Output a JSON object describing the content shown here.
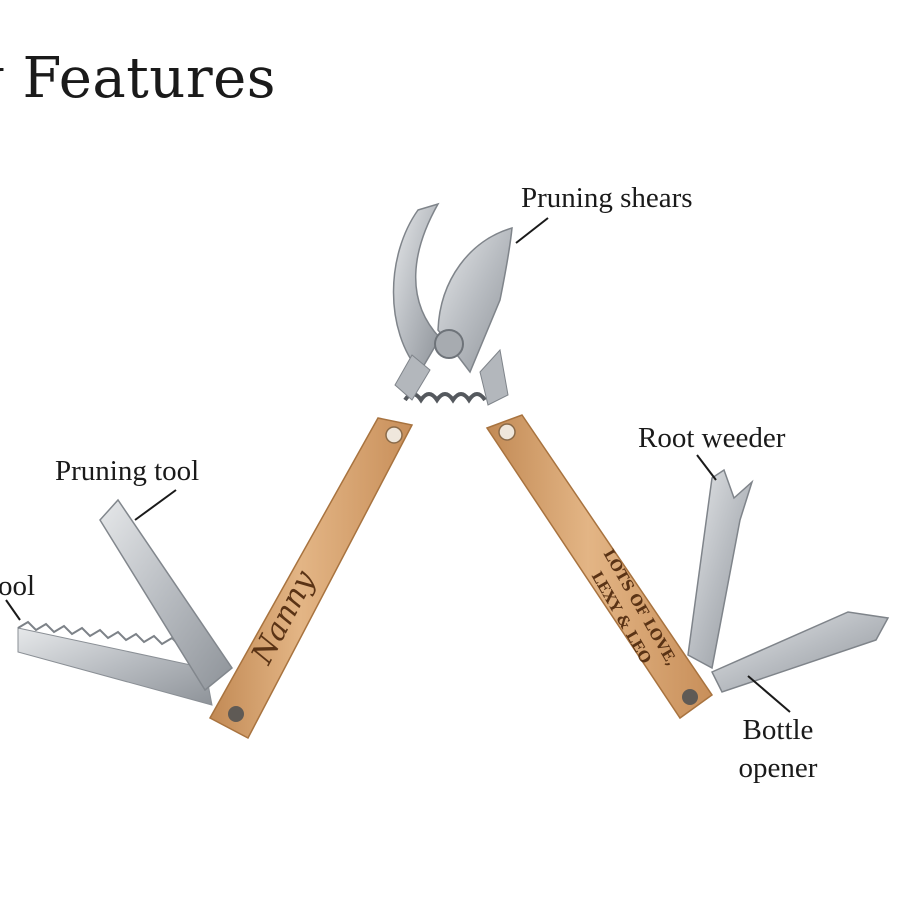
{
  "title": "y Features",
  "labels": {
    "pruning_shears": "Pruning shears",
    "root_weeder": "Root weeder",
    "pruning_tool": "Pruning tool",
    "saw_tool": "ool",
    "bottle_opener_line1": "Bottle",
    "bottle_opener_line2": "opener"
  },
  "engravings": {
    "left_handle": "Nanny",
    "right_handle_line1": "LOTS OF LOVE,",
    "right_handle_line2": "LEXY & LEO"
  },
  "colors": {
    "background": "#ffffff",
    "text": "#1a1a1a",
    "wood": "#d9a878",
    "steel": "#c4c7cb",
    "engraving": "#5a3315"
  }
}
